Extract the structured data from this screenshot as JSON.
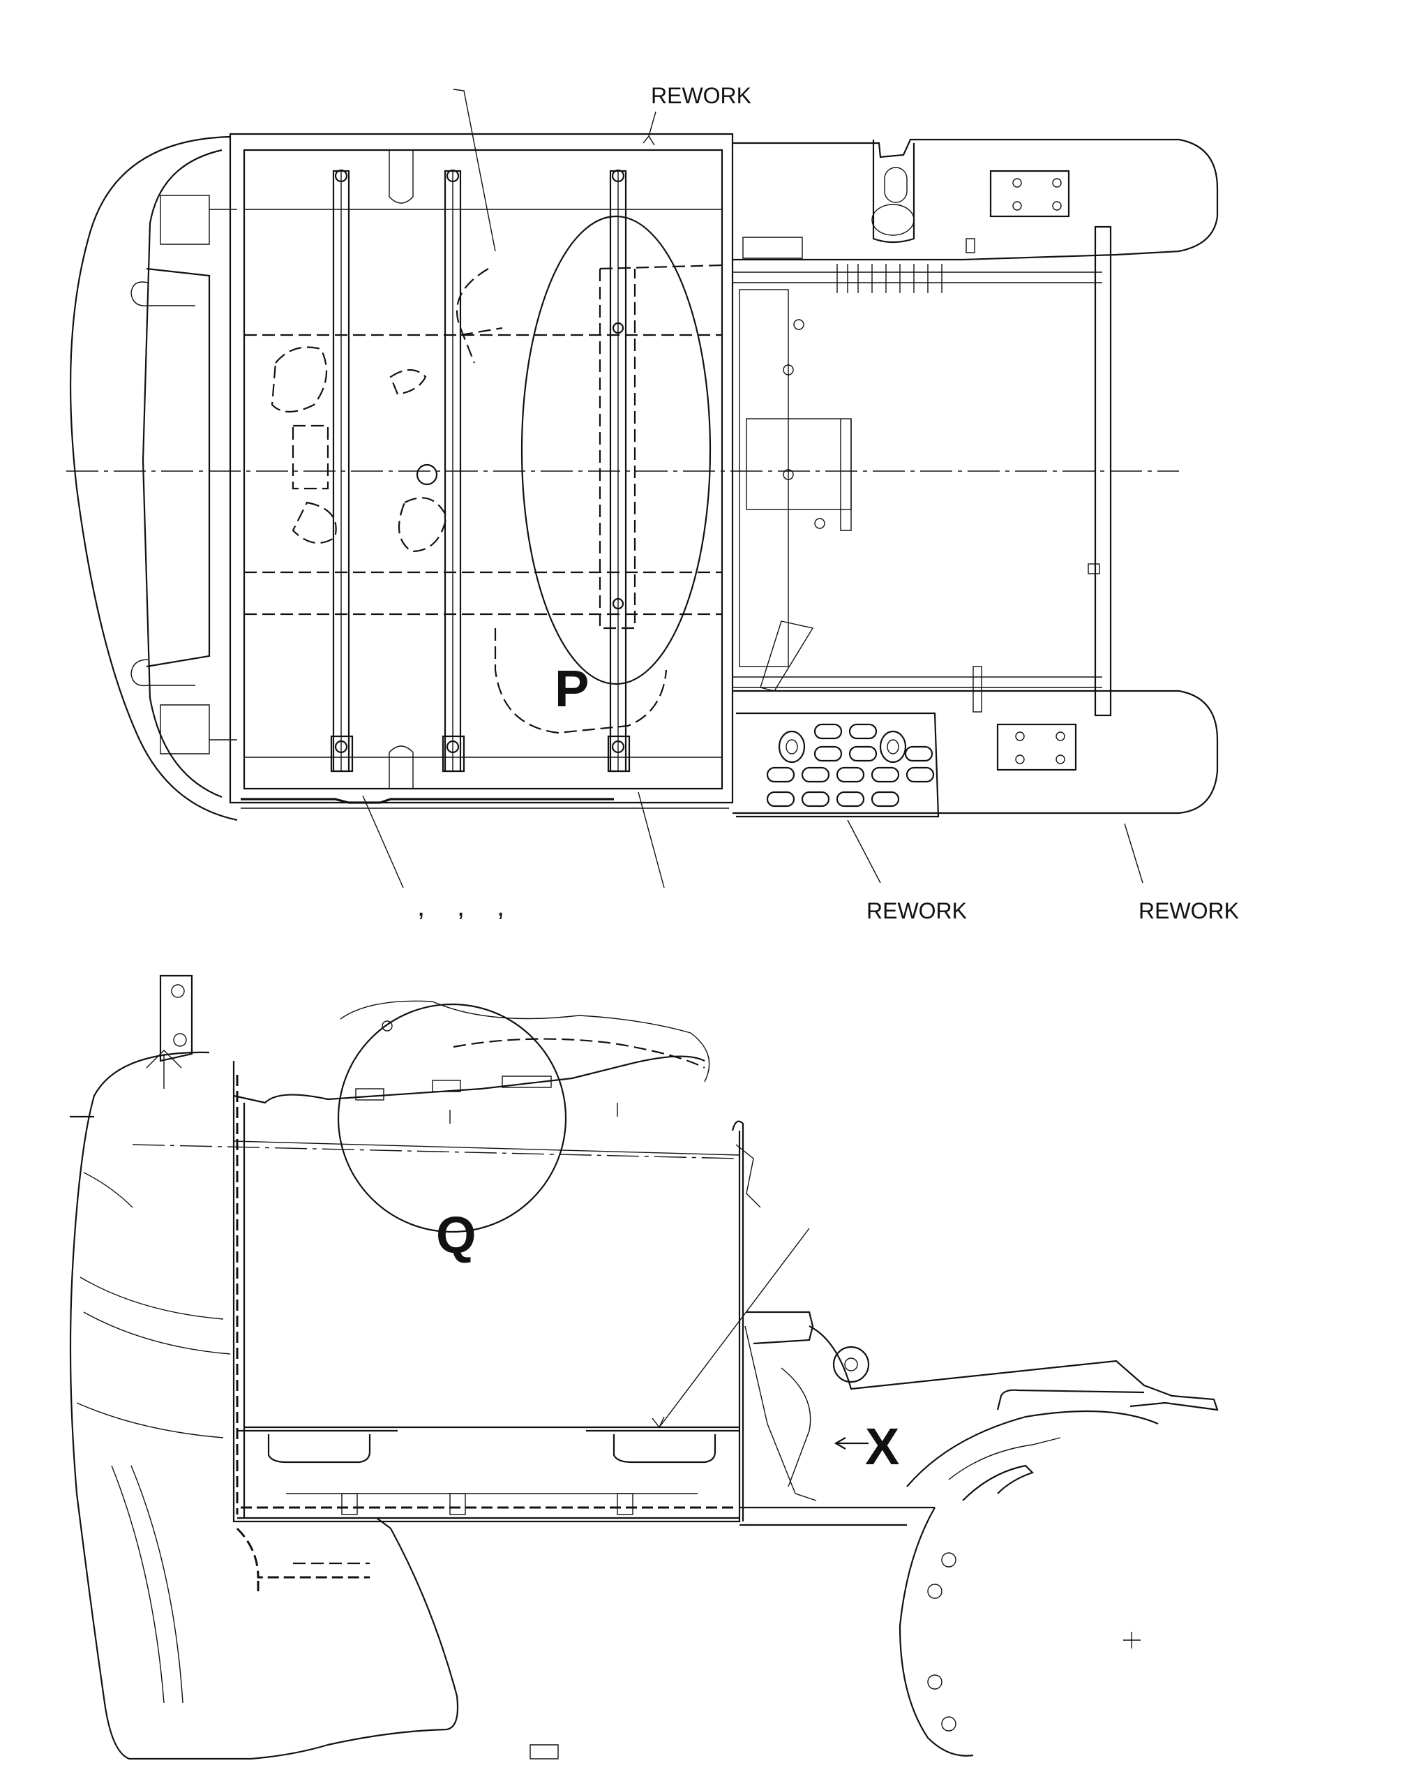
{
  "top_view": {
    "rework_top": "REWORK",
    "rework_step": "REWORK",
    "rework_fender": "REWORK",
    "callout_p": "P",
    "commas": [
      ",",
      ",",
      ","
    ]
  },
  "side_view": {
    "callout_q": "Q",
    "callout_x": "X"
  }
}
